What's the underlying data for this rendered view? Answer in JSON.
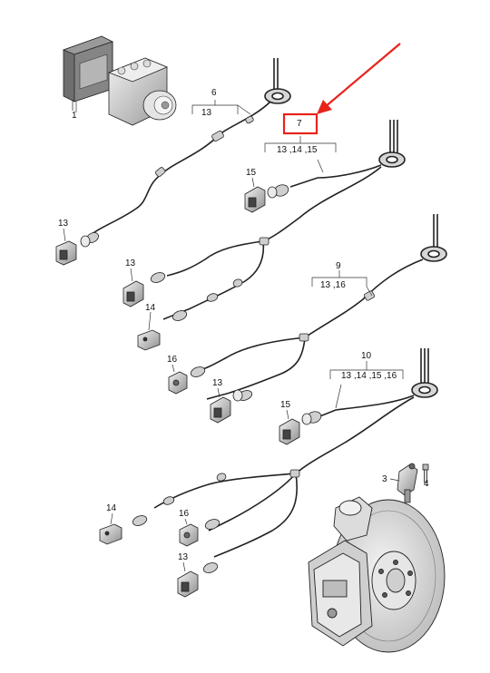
{
  "diagram": {
    "part_numbers": {
      "p1": "1",
      "p3": "3",
      "p4": "4",
      "p6": "6",
      "p7": "7",
      "p9": "9",
      "p10": "10"
    },
    "bracket_labels": {
      "b6": "13",
      "b7": "13 ,14 ,15",
      "b9": "13 ,16",
      "b10": "13 ,14 ,15 ,16"
    },
    "connector_labels": {
      "c_a": "13",
      "c_b": "15",
      "c_c": "13",
      "c_d": "14",
      "c_e": "16",
      "c_f": "13",
      "c_g": "15",
      "c_h": "14",
      "c_i": "16",
      "c_j": "13"
    },
    "highlight_color": "#e8231c",
    "line_color": "#222222"
  }
}
